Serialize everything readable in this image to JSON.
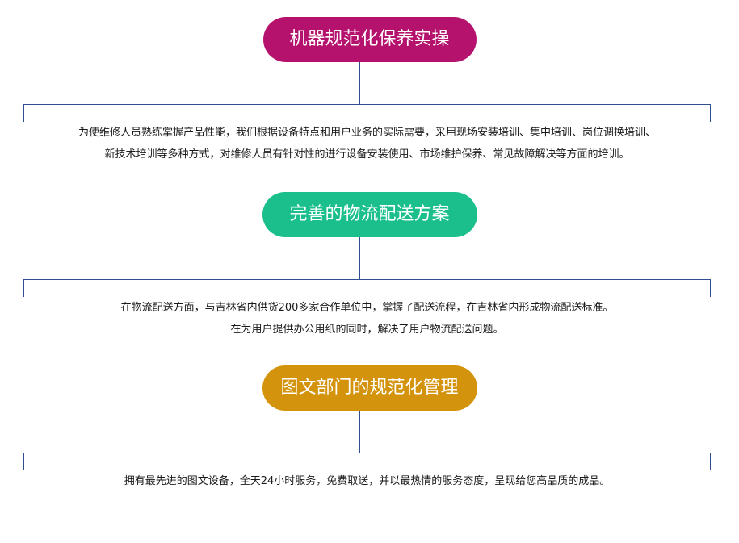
{
  "sections": [
    {
      "title": "机器规范化保养实操",
      "color": "#b5126e",
      "lines": [
        "为使维修人员熟练掌握产品性能，我们根据设备特点和用户业务的实际需要，采用现场安装培训、集中培训、岗位调换培训、",
        "新技术培训等多种方式，对维修人员有针对性的进行设备安装使用、市场维护保养、常见故障解决等方面的培训。"
      ]
    },
    {
      "title": "完善的物流配送方案",
      "color": "#1bbf8c",
      "lines": [
        "在物流配送方面，与吉林省内供货200多家合作单位中，掌握了配送流程，在吉林省内形成物流配送标准。",
        "在为用户提供办公用纸的同时，解决了用户物流配送问题。"
      ]
    },
    {
      "title": "图文部门的规范化管理",
      "color": "#d4930c",
      "lines": [
        "拥有最先进的图文设备，全天24小时服务，免费取送，并以最热情的服务态度，呈现给您高品质的成品。"
      ]
    }
  ]
}
